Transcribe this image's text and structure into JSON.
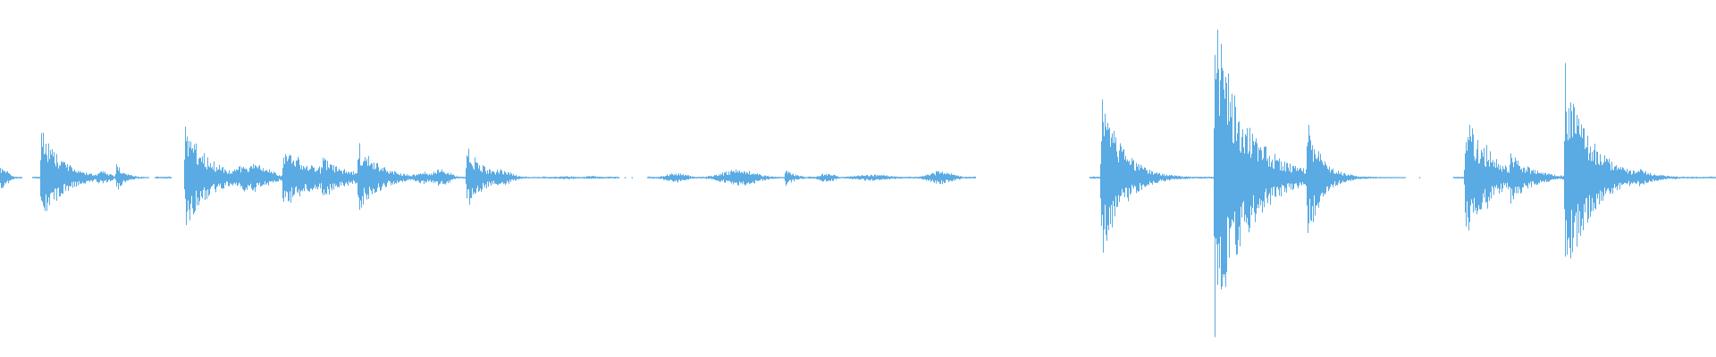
{
  "waveform": {
    "color": "#5aaae3",
    "background": "#ffffff"
  },
  "chart_data": {
    "type": "area",
    "title": "",
    "xlabel": "",
    "ylabel": "",
    "grid": false,
    "legend": "none",
    "xlim": [
      0,
      1
    ],
    "ylim": [
      -1,
      1
    ],
    "events": [
      {
        "t": 0.0003,
        "amp": 0.07,
        "dur": 0.004,
        "mode": "b"
      },
      {
        "t": 0.024,
        "amp": 0.3,
        "dur": 0.012,
        "mode": "s"
      },
      {
        "t": 0.06,
        "amp": 0.04,
        "dur": 0.004,
        "mode": "b"
      },
      {
        "t": 0.068,
        "amp": 0.09,
        "dur": 0.005,
        "mode": "s"
      },
      {
        "t": 0.108,
        "amp": 0.32,
        "dur": 0.014,
        "mode": "s"
      },
      {
        "t": 0.146,
        "amp": 0.09,
        "dur": 0.01,
        "mode": "b"
      },
      {
        "t": 0.165,
        "amp": 0.19,
        "dur": 0.02,
        "mode": "s"
      },
      {
        "t": 0.188,
        "amp": 0.13,
        "dur": 0.015,
        "mode": "s"
      },
      {
        "t": 0.209,
        "amp": 0.22,
        "dur": 0.012,
        "mode": "s"
      },
      {
        "t": 0.246,
        "amp": 0.04,
        "dur": 0.004,
        "mode": "b"
      },
      {
        "t": 0.256,
        "amp": 0.05,
        "dur": 0.006,
        "mode": "b"
      },
      {
        "t": 0.272,
        "amp": 0.2,
        "dur": 0.01,
        "mode": "s"
      },
      {
        "t": 0.292,
        "amp": 0.05,
        "dur": 0.006,
        "mode": "b"
      },
      {
        "t": 0.33,
        "amp": 0.01,
        "dur": 0.006,
        "mode": "b"
      },
      {
        "t": 0.345,
        "amp": 0.01,
        "dur": 0.006,
        "mode": "b"
      },
      {
        "t": 0.394,
        "amp": 0.03,
        "dur": 0.006,
        "mode": "b"
      },
      {
        "t": 0.431,
        "amp": 0.05,
        "dur": 0.01,
        "mode": "b"
      },
      {
        "t": 0.458,
        "amp": 0.06,
        "dur": 0.005,
        "mode": "s"
      },
      {
        "t": 0.482,
        "amp": 0.03,
        "dur": 0.004,
        "mode": "b"
      },
      {
        "t": 0.508,
        "amp": 0.02,
        "dur": 0.01,
        "mode": "b"
      },
      {
        "t": 0.548,
        "amp": 0.04,
        "dur": 0.007,
        "mode": "b"
      },
      {
        "t": 0.642,
        "amp": 0.51,
        "dur": 0.012,
        "mode": "s"
      },
      {
        "t": 0.708,
        "amp": 0.97,
        "dur": 0.018,
        "mode": "s"
      },
      {
        "t": 0.762,
        "amp": 0.4,
        "dur": 0.008,
        "mode": "s"
      },
      {
        "t": 0.784,
        "amp": 0.03,
        "dur": 0.004,
        "mode": "b"
      },
      {
        "t": 0.854,
        "amp": 0.4,
        "dur": 0.014,
        "mode": "s"
      },
      {
        "t": 0.866,
        "amp": 0.2,
        "dur": 0.01,
        "mode": "s"
      },
      {
        "t": 0.88,
        "amp": 0.16,
        "dur": 0.012,
        "mode": "s"
      },
      {
        "t": 0.912,
        "amp": 0.7,
        "dur": 0.014,
        "mode": "s"
      },
      {
        "t": 0.938,
        "amp": 0.11,
        "dur": 0.015,
        "mode": "s"
      },
      {
        "t": 0.955,
        "amp": 0.06,
        "dur": 0.01,
        "mode": "s"
      }
    ],
    "dense_segments": [
      [
        0.0,
        0.013
      ],
      [
        0.019,
        0.085
      ],
      [
        0.09,
        0.1
      ],
      [
        0.126,
        0.3
      ],
      [
        0.312,
        0.361
      ],
      [
        0.377,
        0.458
      ],
      [
        0.462,
        0.487
      ],
      [
        0.497,
        0.535
      ],
      [
        0.542,
        0.569
      ],
      [
        0.635,
        0.75
      ],
      [
        0.757,
        0.79
      ],
      [
        0.847,
        1.0
      ]
    ],
    "isolated_dots": [
      0.331,
      0.346,
      0.364,
      0.368,
      0.449,
      0.472,
      0.48,
      0.55,
      0.56,
      0.567,
      0.81,
      0.827
    ]
  }
}
